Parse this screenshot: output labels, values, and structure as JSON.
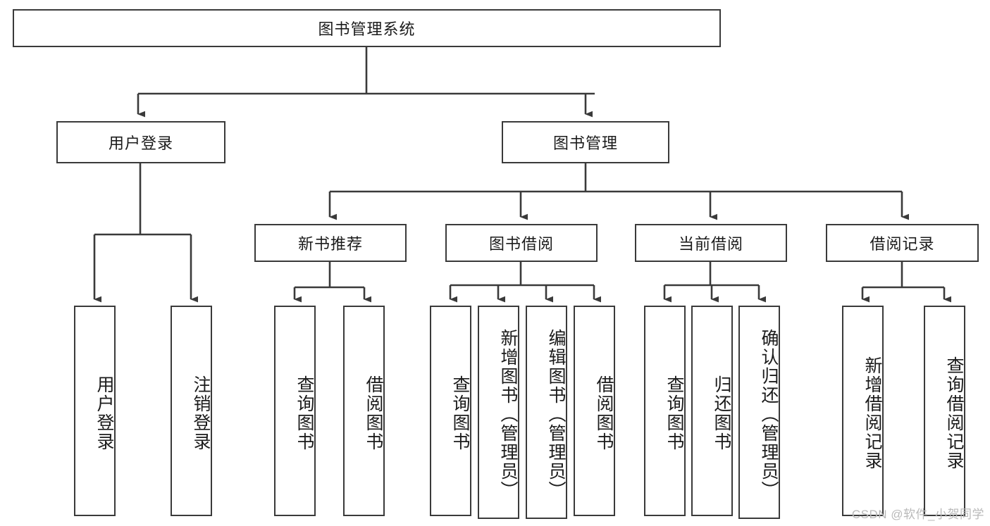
{
  "diagram": {
    "title": "图书管理系统",
    "watermark": "CSDN @软件_小贺同学",
    "stroke_color": "#3a3a3a",
    "text_color": "#1b1b1b",
    "background_color": "#ffffff",
    "type": "tree-hierarchy-diagram",
    "root": {
      "id": "root",
      "label": "图书管理系统"
    },
    "level2": [
      {
        "id": "user-login",
        "label": "用户登录"
      },
      {
        "id": "book-manage",
        "label": "图书管理"
      }
    ],
    "level3": [
      {
        "id": "new-book-recommend",
        "label": "新书推荐"
      },
      {
        "id": "book-borrow",
        "label": "图书借阅"
      },
      {
        "id": "current-borrow",
        "label": "当前借阅"
      },
      {
        "id": "borrow-record",
        "label": "借阅记录"
      }
    ],
    "leaves": {
      "user_login": [
        {
          "id": "leaf-user-login",
          "label": "用户登录"
        },
        {
          "id": "leaf-logout-login",
          "label": "注销登录"
        }
      ],
      "new_book_recommend": [
        {
          "id": "leaf-query-book-1",
          "label": "查询图书"
        },
        {
          "id": "leaf-borrow-book-1",
          "label": "借阅图书"
        }
      ],
      "book_borrow": [
        {
          "id": "leaf-query-book-2",
          "label": "查询图书"
        },
        {
          "id": "leaf-add-book",
          "label": "新增图书（管理员）"
        },
        {
          "id": "leaf-edit-book",
          "label": "编辑图书（管理员）"
        },
        {
          "id": "leaf-borrow-book-2",
          "label": "借阅图书"
        }
      ],
      "current_borrow": [
        {
          "id": "leaf-query-book-3",
          "label": "查询图书"
        },
        {
          "id": "leaf-return-book",
          "label": "归还图书"
        },
        {
          "id": "leaf-confirm-return",
          "label": "确认归还（管理员）"
        }
      ],
      "borrow_record": [
        {
          "id": "leaf-add-record",
          "label": "新增借阅记录"
        },
        {
          "id": "leaf-query-record",
          "label": "查询借阅记录"
        }
      ]
    }
  }
}
